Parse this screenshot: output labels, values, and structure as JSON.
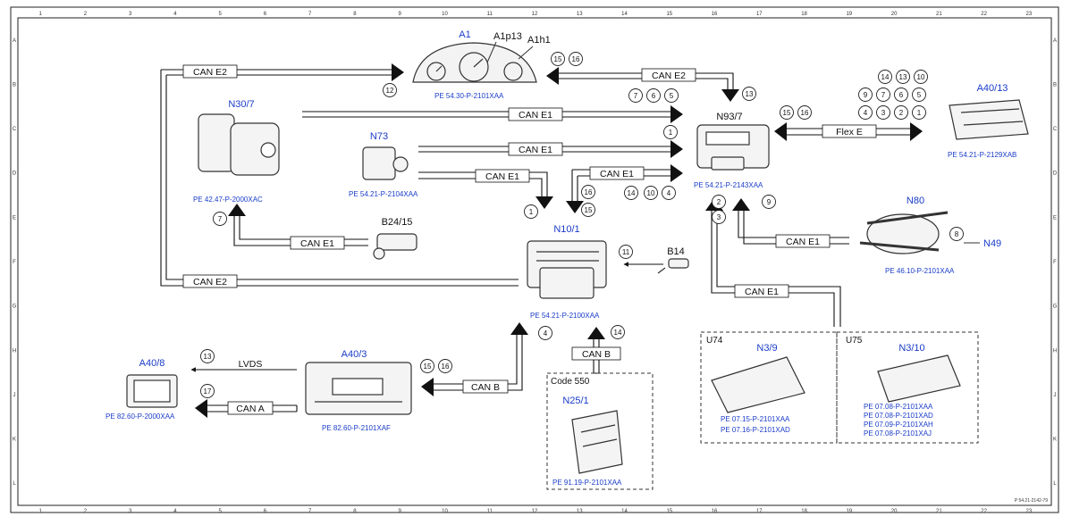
{
  "frame": {
    "cols": [
      "1",
      "2",
      "3",
      "4",
      "5",
      "6",
      "7",
      "8",
      "9",
      "10",
      "11",
      "12",
      "13",
      "14",
      "15",
      "16",
      "17",
      "18",
      "19",
      "20",
      "21",
      "22",
      "23"
    ],
    "rows": [
      "A",
      "B",
      "C",
      "D",
      "E",
      "F",
      "G",
      "H",
      "J",
      "K",
      "L"
    ],
    "drawing_no": "P 54.21-2142-79"
  },
  "components": {
    "a1": {
      "id": "A1",
      "sub1": "A1p13",
      "sub2": "A1h1",
      "ref": "PE 54.30-P-2101XAA"
    },
    "n30_7": {
      "id": "N30/7",
      "ref": "PE 42.47-P-2000XAC"
    },
    "n73": {
      "id": "N73",
      "ref": "PE 54.21-P-2104XAA"
    },
    "b24_15": {
      "id": "B24/15"
    },
    "n10_1": {
      "id": "N10/1",
      "ref": "PE 54.21-P-2100XAA"
    },
    "b14": {
      "id": "B14"
    },
    "n93_7": {
      "id": "N93/7",
      "ref": "PE 54.21-P-2143XAA"
    },
    "a40_13": {
      "id": "A40/13",
      "ref": "PE 54.21-P-2129XAB"
    },
    "n80": {
      "id": "N80",
      "ref": "PE 46.10-P-2101XAA"
    },
    "n49": {
      "id": "N49"
    },
    "a40_3": {
      "id": "A40/3",
      "ref": "PE 82.60-P-2101XAF"
    },
    "a40_8": {
      "id": "A40/8",
      "ref": "PE 82.60-P-2000XAA"
    },
    "n25_1": {
      "code": "Code 550",
      "id": "N25/1",
      "ref": "PE 91.19-P-2101XAA"
    },
    "n3_9": {
      "group": "U74",
      "id": "N3/9",
      "refs": [
        "PE 07.15-P-2101XAA",
        "PE 07.16-P-2101XAD"
      ]
    },
    "n3_10": {
      "group": "U75",
      "id": "N3/10",
      "refs": [
        "PE 07.08-P-2101XAA",
        "PE 07.08-P-2101XAD",
        "PE 07.09-P-2101XAH",
        "PE 07.08-P-2101XAJ"
      ]
    }
  },
  "bus": {
    "can_e1": "CAN E1",
    "can_e2": "CAN E2",
    "can_b": "CAN B",
    "can_a": "CAN A",
    "lvds": "LVDS",
    "flex_e": "Flex E"
  },
  "markers": {
    "m1": "1",
    "m2": "2",
    "m3": "3",
    "m4": "4",
    "m5": "5",
    "m6": "6",
    "m7": "7",
    "m8": "8",
    "m9": "9",
    "m10": "10",
    "m11": "11",
    "m12": "12",
    "m13": "13",
    "m14": "14",
    "m15": "15",
    "m16": "16",
    "m17": "17"
  }
}
